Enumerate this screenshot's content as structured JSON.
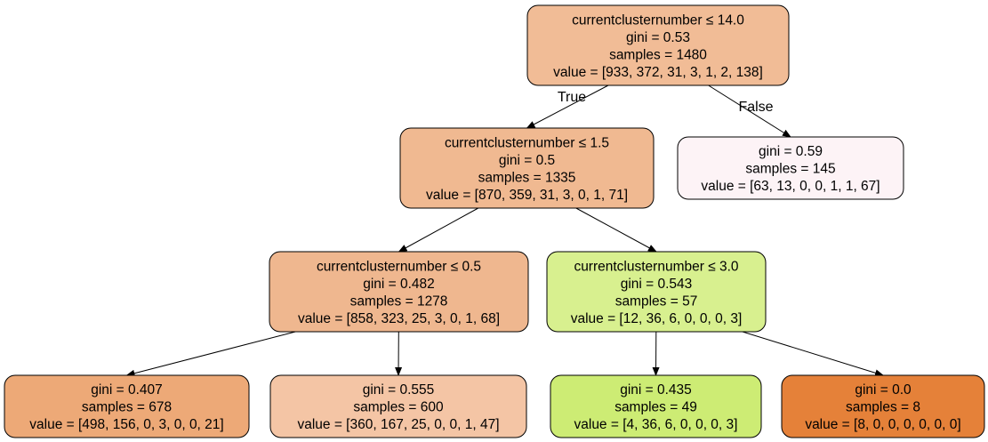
{
  "nodes": [
    {
      "id": "root",
      "fill": "#f1bc96",
      "lines": [
        "currentclusternumber ≤ 14.0",
        "gini = 0.53",
        "samples = 1480",
        "value = [933, 372, 31, 3, 1, 2, 138]"
      ]
    },
    {
      "id": "left-1",
      "fill": "#f0b991",
      "lines": [
        "currentclusternumber ≤ 1.5",
        "gini = 0.5",
        "samples = 1335",
        "value = [870, 359, 31, 3, 0, 1, 71]"
      ]
    },
    {
      "id": "right-1",
      "fill": "#fdf3f6",
      "lines": [
        "gini = 0.59",
        "samples = 145",
        "value = [63, 13, 0, 0, 1, 1, 67]"
      ]
    },
    {
      "id": "left-2",
      "fill": "#efb78f",
      "lines": [
        "currentclusternumber ≤ 0.5",
        "gini = 0.482",
        "samples = 1278",
        "value = [858, 323, 25, 3, 0, 1, 68]"
      ]
    },
    {
      "id": "mid-2",
      "fill": "#d8f08f",
      "lines": [
        "currentclusternumber ≤ 3.0",
        "gini = 0.543",
        "samples = 57",
        "value = [12, 36, 6, 0, 0, 0, 3]"
      ]
    },
    {
      "id": "leaf-a",
      "fill": "#eda977",
      "lines": [
        "gini = 0.407",
        "samples = 678",
        "value = [498, 156, 0, 3, 0, 0, 21]"
      ]
    },
    {
      "id": "leaf-b",
      "fill": "#f4c5a5",
      "lines": [
        "gini = 0.555",
        "samples = 600",
        "value = [360, 167, 25, 0, 0, 1, 47]"
      ]
    },
    {
      "id": "leaf-c",
      "fill": "#cdec74",
      "lines": [
        "gini = 0.435",
        "samples = 49",
        "value = [4, 36, 6, 0, 0, 0, 3]"
      ]
    },
    {
      "id": "leaf-d",
      "fill": "#e58139",
      "lines": [
        "gini = 0.0",
        "samples = 8",
        "value = [8, 0, 0, 0, 0, 0, 0]"
      ]
    }
  ],
  "edges": [
    {
      "from": "root",
      "to": "left-1",
      "label": "True"
    },
    {
      "from": "root",
      "to": "right-1",
      "label": "False"
    },
    {
      "from": "left-1",
      "to": "left-2",
      "label": ""
    },
    {
      "from": "left-1",
      "to": "mid-2",
      "label": ""
    },
    {
      "from": "left-2",
      "to": "leaf-a",
      "label": ""
    },
    {
      "from": "left-2",
      "to": "leaf-b",
      "label": ""
    },
    {
      "from": "mid-2",
      "to": "leaf-c",
      "label": ""
    },
    {
      "from": "mid-2",
      "to": "leaf-d",
      "label": ""
    }
  ]
}
